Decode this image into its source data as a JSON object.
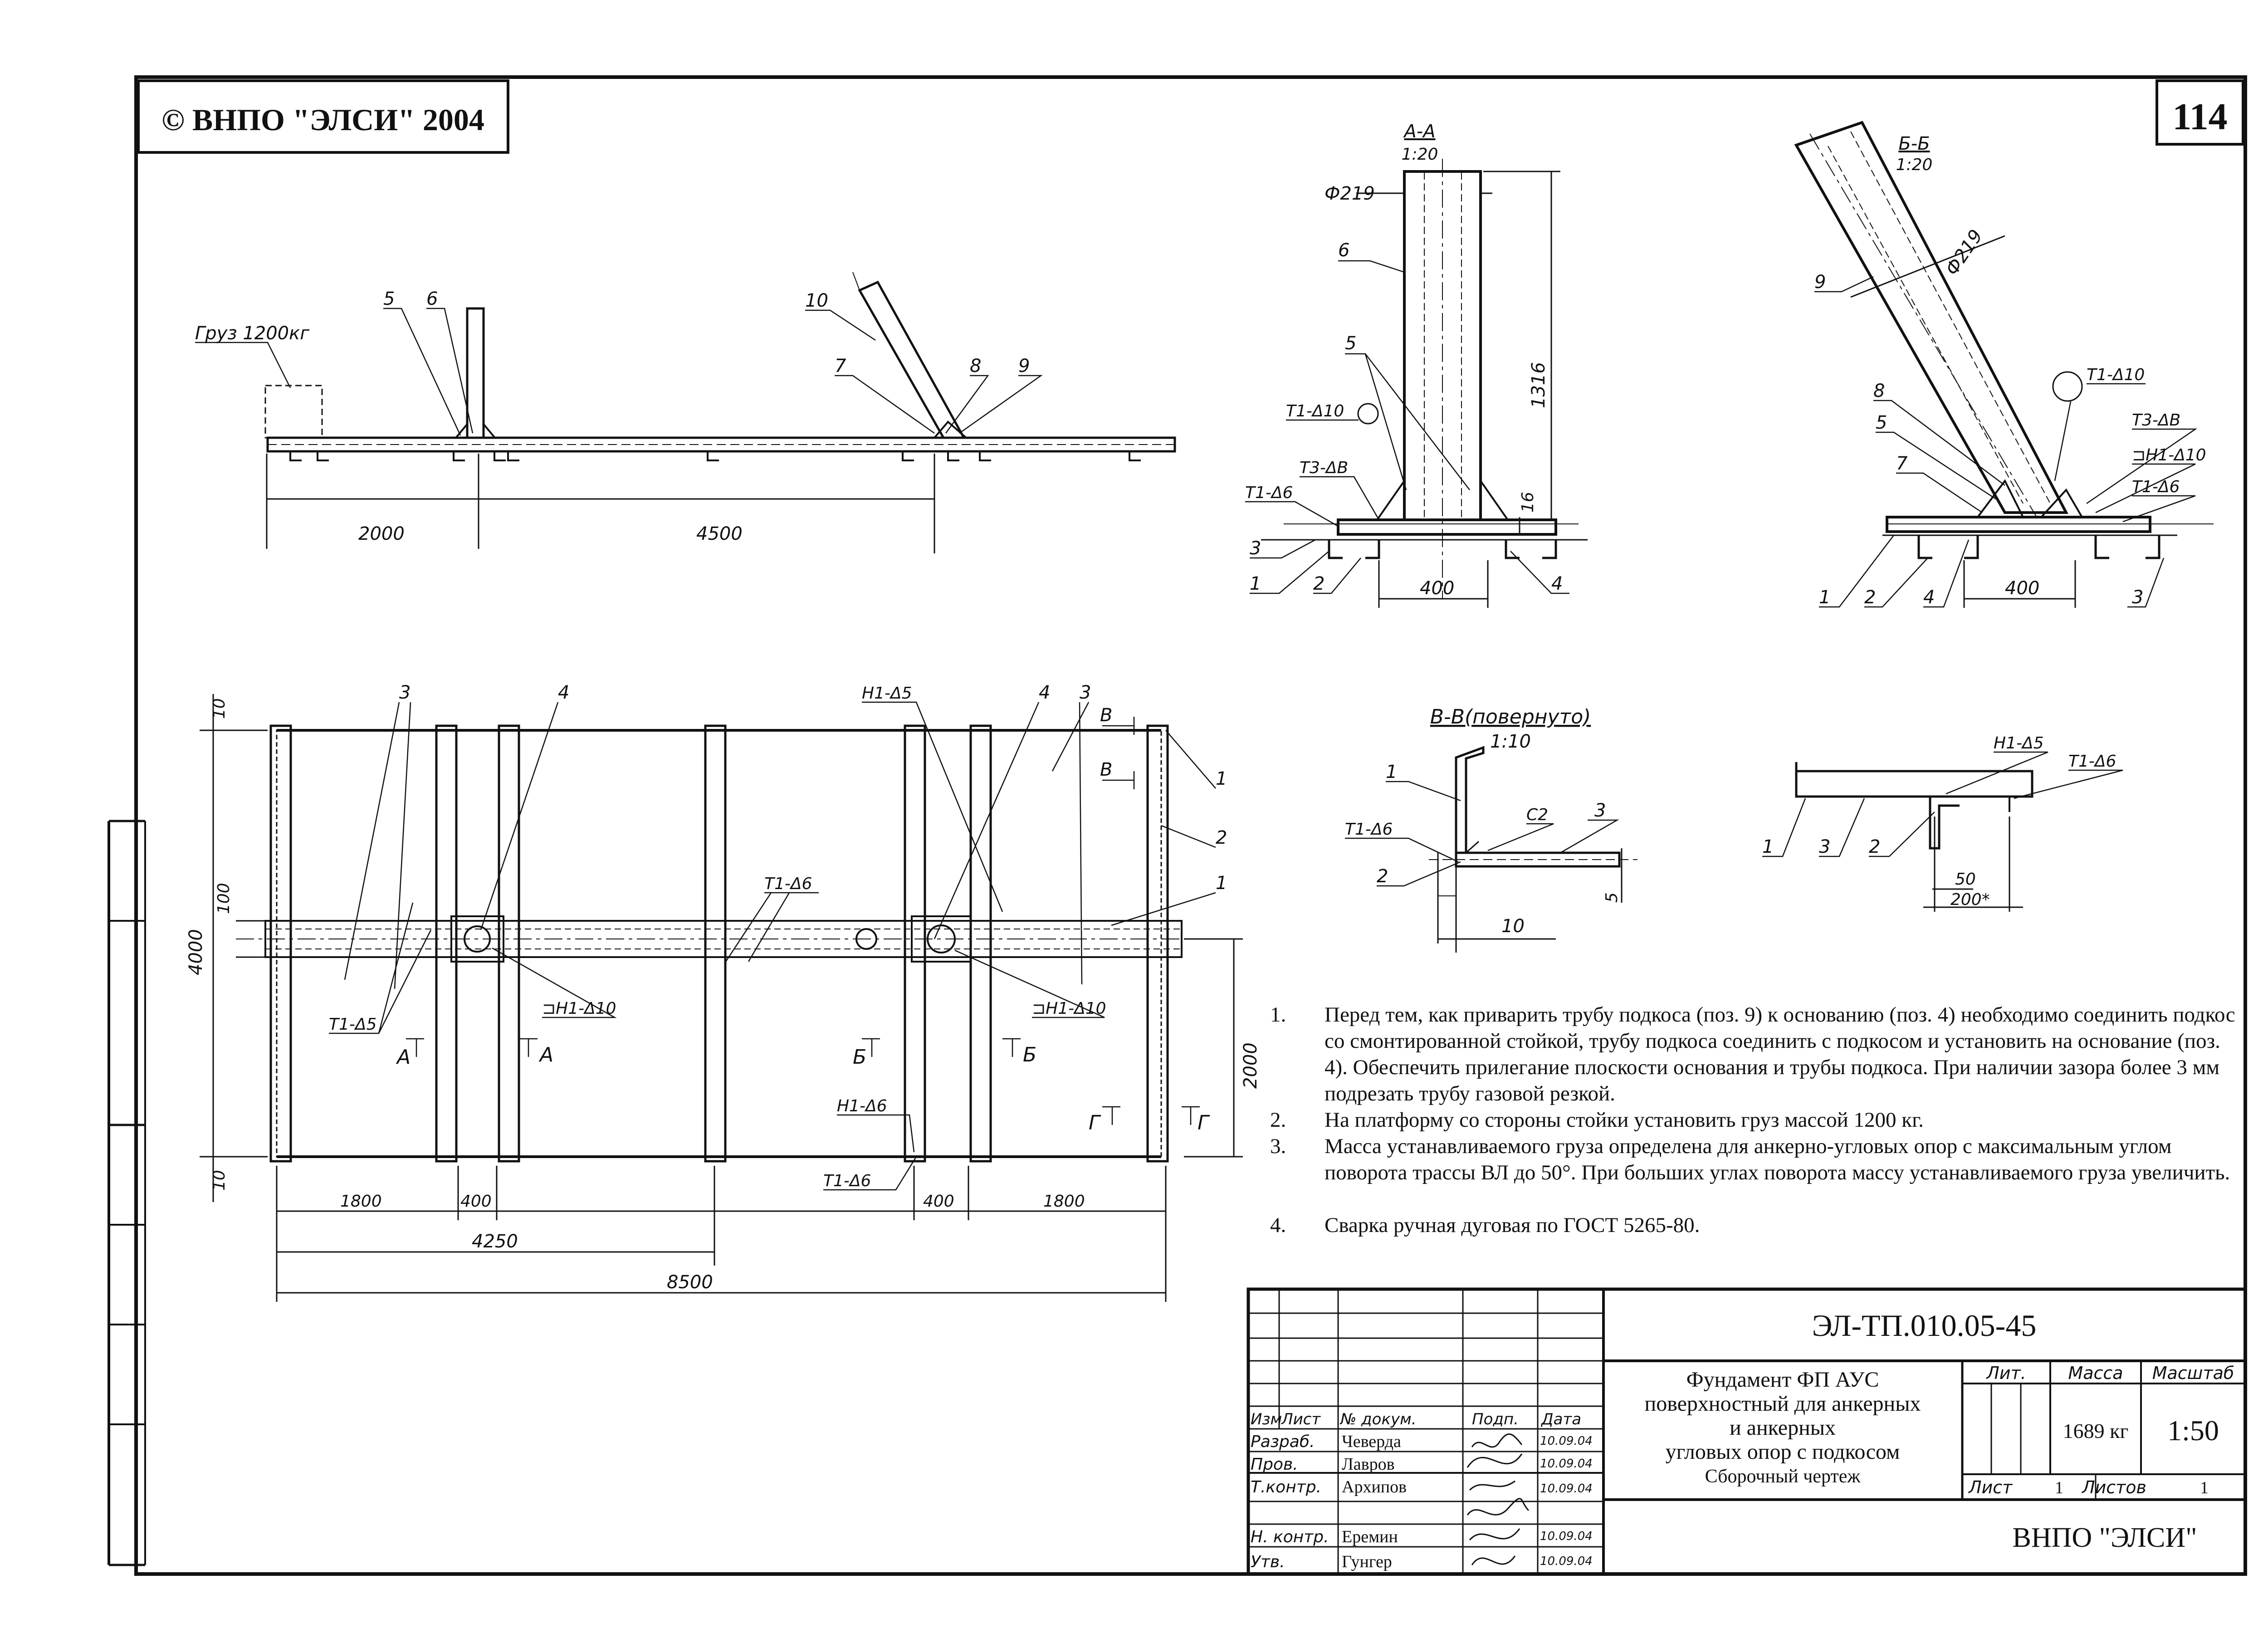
{
  "header": {
    "copyright": "© ВНПО \"ЭЛСИ\" 2004",
    "page_number": "114"
  },
  "views": {
    "side": {
      "cargo_label": "Груз 1200кг",
      "callouts": [
        "5",
        "6",
        "10",
        "7",
        "8",
        "9"
      ],
      "dims": [
        "2000",
        "4500"
      ]
    },
    "section_aa": {
      "title": "А-А",
      "scale": "1:20",
      "diameter": "Ф219",
      "callouts": [
        "6",
        "5",
        "1",
        "2",
        "3",
        "4"
      ],
      "welds": [
        "Т1-Δ10",
        "Т3-ΔВ",
        "Т1-Δ6"
      ],
      "dims": [
        "1316",
        "16",
        "400"
      ]
    },
    "section_bb": {
      "title": "Б-Б",
      "scale": "1:20",
      "diameter": "Ф219",
      "callouts": [
        "9",
        "8",
        "5",
        "7",
        "1",
        "2",
        "4",
        "3"
      ],
      "welds": [
        "Т1-Δ10",
        "Т3-ΔВ",
        "⊐Н1-Δ10",
        "Т1-Δ6"
      ],
      "dims": [
        "400"
      ]
    },
    "section_vv": {
      "title": "В-В(повернуто)",
      "scale": "1:10",
      "callouts": [
        "1",
        "2",
        "3"
      ],
      "weld": "Т1-Δ6",
      "gap": "С2",
      "dims": [
        "10",
        "5"
      ]
    },
    "detail": {
      "callouts": [
        "1",
        "3",
        "2"
      ],
      "welds": [
        "Н1-Δ5",
        "Т1-Δ6"
      ],
      "dims": [
        "50",
        "200*"
      ]
    },
    "plan": {
      "callouts": [
        "3",
        "4",
        "4",
        "3",
        "1",
        "2",
        "1"
      ],
      "welds": [
        "Н1-Δ5",
        "Т1-Δ6",
        "Т1-Δ5",
        "⊐Н1-Δ10",
        "⊐Н1-Δ10",
        "Н1-Δ6",
        "Т1-Δ6"
      ],
      "section_marks": [
        "А",
        "А",
        "Б",
        "Б",
        "Г",
        "Г",
        "В",
        "В"
      ],
      "dims": [
        "10",
        "100",
        "4000",
        "2000",
        "10",
        "1800",
        "400",
        "400",
        "1800",
        "4250",
        "8500"
      ]
    }
  },
  "notes": [
    {
      "num": "1.",
      "text": "Перед тем, как приварить трубу подкоса (поз. 9) к основанию (поз. 4) необходимо соединить подкос со смонтированной стойкой, трубу подкоса соединить с подкосом и установить на основание (поз. 4). Обеспечить прилегание плоскости основания и трубы подкоса. При наличии зазора более 3 мм подрезать трубу газовой резкой."
    },
    {
      "num": "2.",
      "text": "На платформу со стороны стойки установить груз массой 1200 кг."
    },
    {
      "num": "3.",
      "text": "Масса устанавливаемого груза определена для анкерно-угловых опор с максимальным углом поворота трассы ВЛ до 50°. При больших углах поворота массу устанавливаемого груза увеличить."
    },
    {
      "num": "4.",
      "text": "Сварка ручная дуговая по ГОСТ 5265-80."
    }
  ],
  "title_block": {
    "doc_number": "ЭЛ-ТП.010.05-45",
    "title_lines": [
      "Фундамент ФП АУС",
      "поверхностный для анкерных",
      "и анкерных",
      "угловых опор с подкосом"
    ],
    "subtitle": "Сборочный чертеж",
    "col_headers": [
      "Изм",
      "Лист",
      "№ докум.",
      "Подп.",
      "Дата"
    ],
    "roles": [
      {
        "role": "Разраб.",
        "name": "Чеверда",
        "date": "10.09.04"
      },
      {
        "role": "Пров.",
        "name": "Лавров",
        "date": "10.09.04"
      },
      {
        "role": "Т.контр.",
        "name": "Архипов",
        "date": "10.09.04"
      },
      {
        "role": "Н. контр.",
        "name": "Еремин",
        "date": "10.09.04"
      },
      {
        "role": "Утв.",
        "name": "Гунгер",
        "date": "10.09.04"
      }
    ],
    "lit_label": "Лит.",
    "mass_label": "Масса",
    "scale_label": "Масштаб",
    "mass_value": "1689 кг",
    "scale_value": "1:50",
    "sheet_label": "Лист",
    "sheet_value": "1",
    "sheets_label": "Листов",
    "sheets_value": "1",
    "org": "ВНПО \"ЭЛСИ\""
  }
}
